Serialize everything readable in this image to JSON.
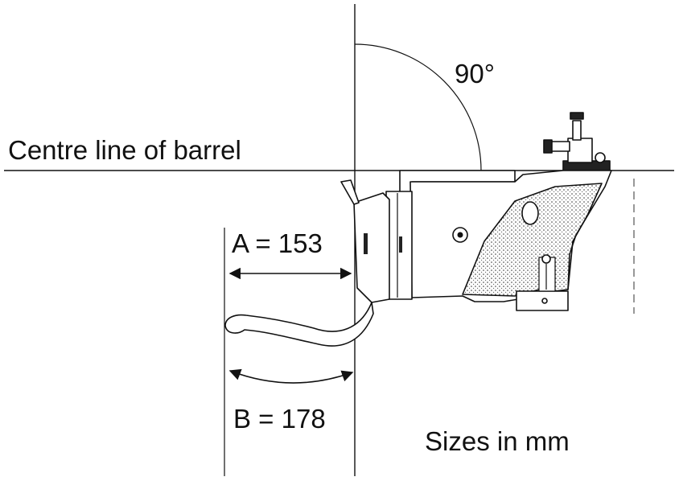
{
  "diagram": {
    "angle_label": "90°",
    "centre_line_label": "Centre line of barrel",
    "dimension_a_label": "A = 153",
    "dimension_b_label": "B = 178",
    "units_note": "Sizes in mm"
  },
  "colors": {
    "ink": "#111111",
    "background": "#ffffff",
    "shading": "#5a5a5a"
  }
}
